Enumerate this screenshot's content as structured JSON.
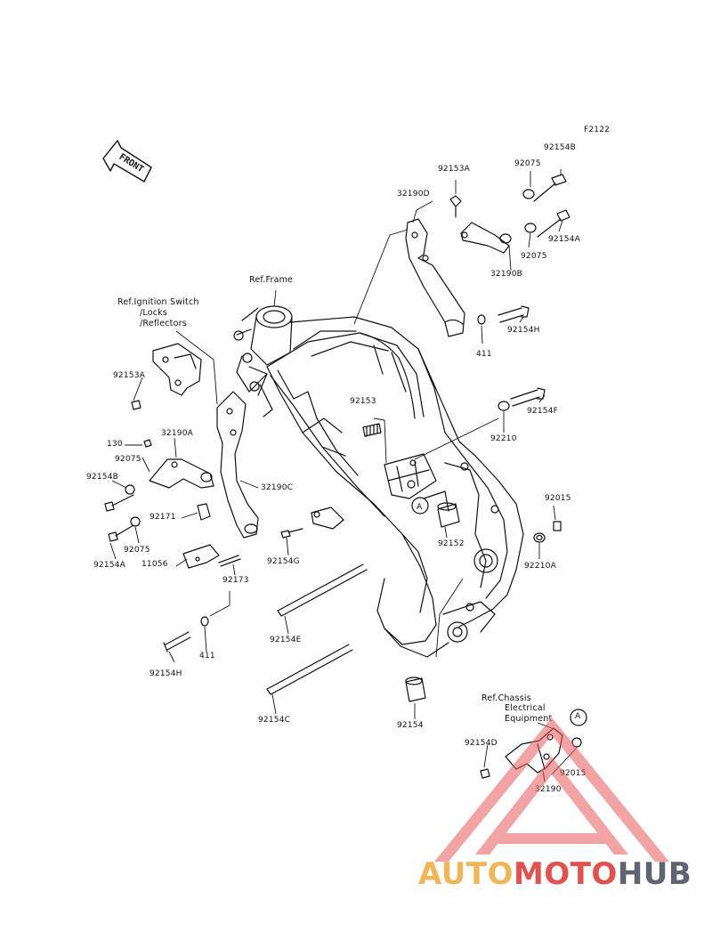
{
  "figure_code": "F2122",
  "front_label": "FRONT",
  "refs": {
    "frame": "Ref.Frame",
    "ignition": [
      "Ref.Ignition Switch",
      "/Locks",
      "/Reflectors"
    ],
    "chassis": [
      "Ref.Chassis",
      "Electrical",
      "Equipment"
    ],
    "circle_a": "A"
  },
  "parts": [
    "92154B",
    "92075",
    "92153A",
    "32190D",
    "92154A",
    "92075",
    "32190B",
    "92154H",
    "411",
    "92153A",
    "32190A",
    "130",
    "92075",
    "92154B",
    "32190C",
    "92171",
    "92075",
    "92154A",
    "11056",
    "92173",
    "92153",
    "92154F",
    "92210",
    "92015",
    "92152",
    "92210A",
    "92154G",
    "92154E",
    "411",
    "92154H",
    "92154C",
    "92154",
    "92154D",
    "92015",
    "32190"
  ],
  "watermark": {
    "part1": "AUTO",
    "part2": "MOTO",
    "part3": "HUB",
    "colors": {
      "auto": "#f0b75a",
      "moto": "#e0524f",
      "hub": "#5f6470",
      "triangle": "#e85a5a"
    }
  }
}
